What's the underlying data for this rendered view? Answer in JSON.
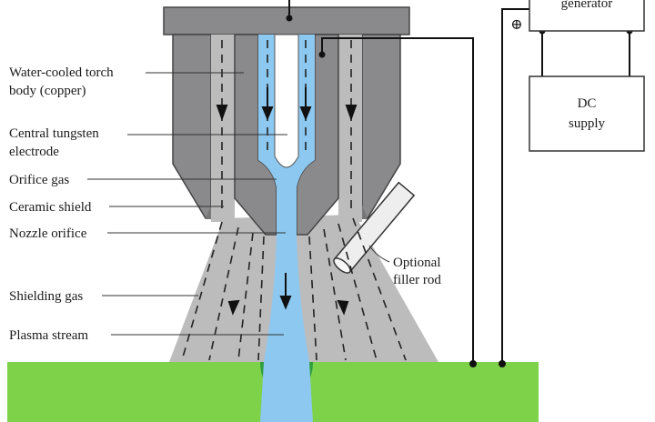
{
  "labels": {
    "torch_body_1": "Water-cooled torch",
    "torch_body_2": "body (copper)",
    "electrode_1": "Central tungsten",
    "electrode_2": "electrode",
    "orifice_gas": "Orifice gas",
    "ceramic_shield": "Ceramic shield",
    "nozzle_orifice": "Nozzle orifice",
    "shielding_gas": "Shielding gas",
    "plasma_stream": "Plasma stream",
    "filler_rod_1": "Optional",
    "filler_rod_2": "filler rod",
    "generator": "generator",
    "dc_supply_1": "DC",
    "dc_supply_2": "supply",
    "plus_sign": "⊕"
  },
  "colors": {
    "torch_gray": "#8a8a8c",
    "shield_gray": "#b9b9ba",
    "plasma_blue": "#8cc8f0",
    "workpiece_green": "#7ed24a",
    "weld_pool": "#2f9e3c",
    "electrode_white": "#ffffff"
  }
}
